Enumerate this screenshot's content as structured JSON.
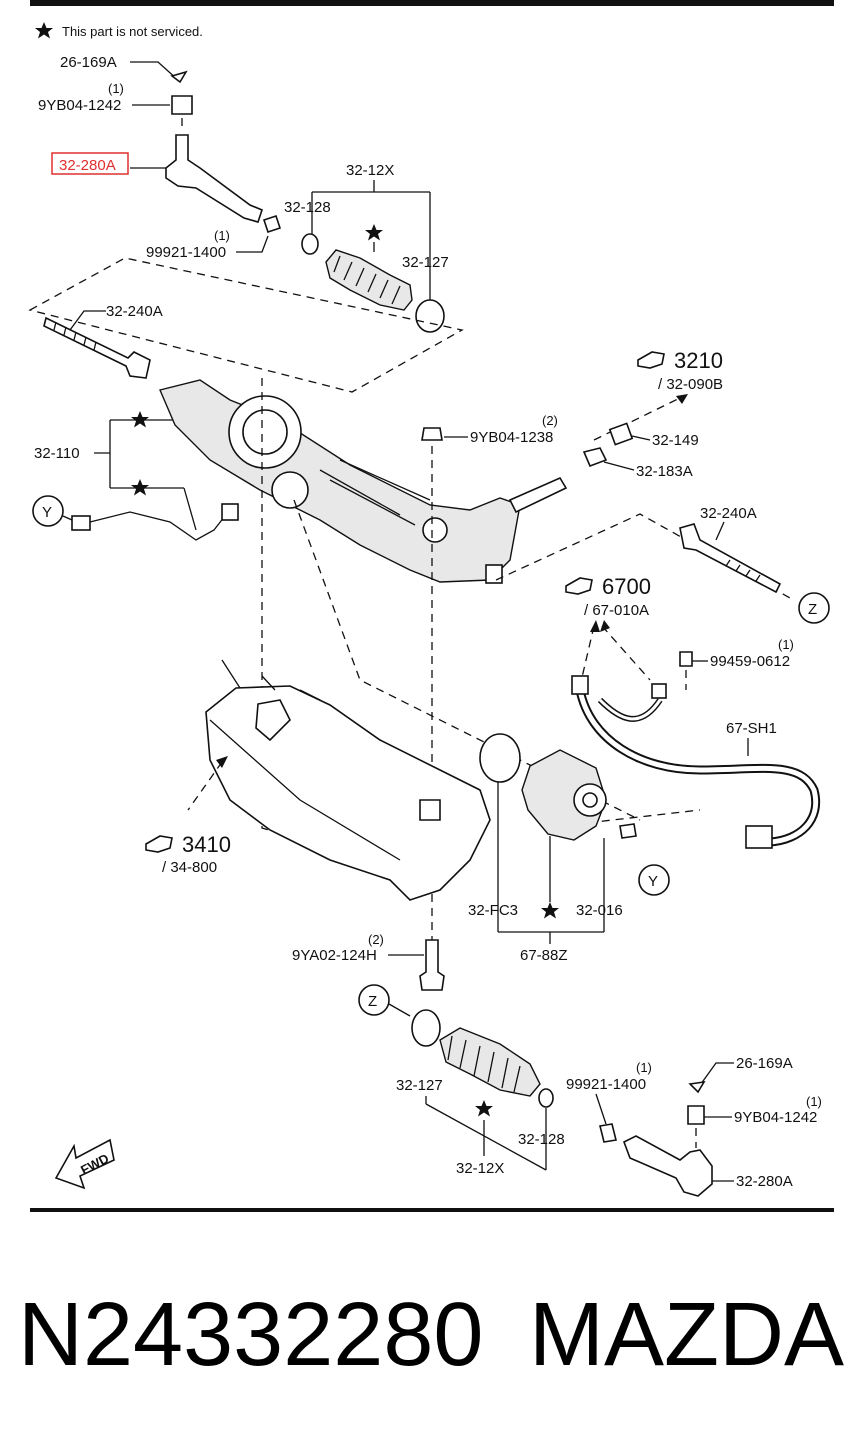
{
  "legend": {
    "note": "This part is not serviced."
  },
  "labels": {
    "top_tie_rod_end": "32-280A",
    "top_cotter_ref": "26-169A",
    "top_nut": "9YB04-1242",
    "top_nut_qty": "(1)",
    "top_locknut": "99921-1400",
    "top_locknut_qty": "(1)",
    "top_boot_kit": "32-12X",
    "top_boot_clamp": "32-128",
    "top_boot_band": "32-127",
    "left_inner_tie_rod": "32-240A",
    "rack_assembly": "32-110",
    "ref_3210": "3210",
    "ref_3210_sub": "/ 32-090B",
    "bolt_9yb04_1238": "9YB04-1238",
    "bolt_9yb04_1238_qty": "(2)",
    "part_32_149": "32-149",
    "part_32_183a": "32-183A",
    "right_inner_tie_rod": "32-240A",
    "ref_6700": "6700",
    "ref_6700_sub": "/ 67-010A",
    "bolt_99459": "99459-0612",
    "bolt_99459_qty": "(1)",
    "harness": "67-SH1",
    "ref_3410": "3410",
    "ref_3410_sub": "/ 34-800",
    "o_ring": "32-FC3",
    "motor_bolt": "32-016",
    "motor_kit": "67-88Z",
    "bolt_9ya02": "9YA02-124H",
    "bolt_9ya02_qty": "(2)",
    "bot_boot_band": "32-127",
    "bot_boot_kit": "32-12X",
    "bot_boot_clamp": "32-128",
    "bot_locknut": "99921-1400",
    "bot_locknut_qty": "(1)",
    "bot_cotter_ref": "26-169A",
    "bot_nut": "9YB04-1242",
    "bot_nut_qty": "(1)",
    "bot_tie_rod_end": "32-280A",
    "marker_y": "Y",
    "marker_z": "Z",
    "fwd": "FWD"
  },
  "highlight": {
    "color": "#e0302f"
  },
  "footer": {
    "part_number": "N24332280",
    "brand": "MAZDA"
  }
}
